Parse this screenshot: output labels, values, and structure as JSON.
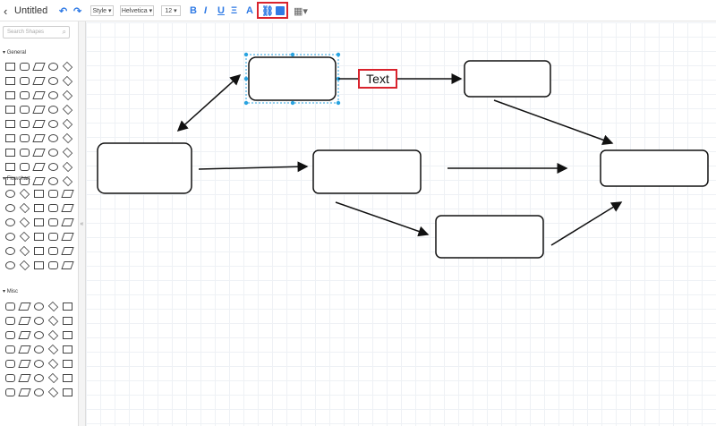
{
  "header": {
    "title": "Untitled",
    "style_select": "Style",
    "font_select": "Helvetica",
    "size_select": "12",
    "bold": "B",
    "italic": "I",
    "underline": "U",
    "align": "Ξ",
    "font_color": "A"
  },
  "sidebar": {
    "search_placeholder": "Search Shapes",
    "sections": [
      {
        "label": "General",
        "rows": 9
      },
      {
        "label": "Flowchart",
        "rows": 6
      },
      {
        "label": "Misc",
        "rows": 7
      }
    ],
    "collapse": "«"
  },
  "diagram": {
    "label_text": "Text"
  },
  "colors": {
    "accent": "#2f7ae5",
    "highlight": "#d9232d",
    "selection": "#29a3e0"
  }
}
